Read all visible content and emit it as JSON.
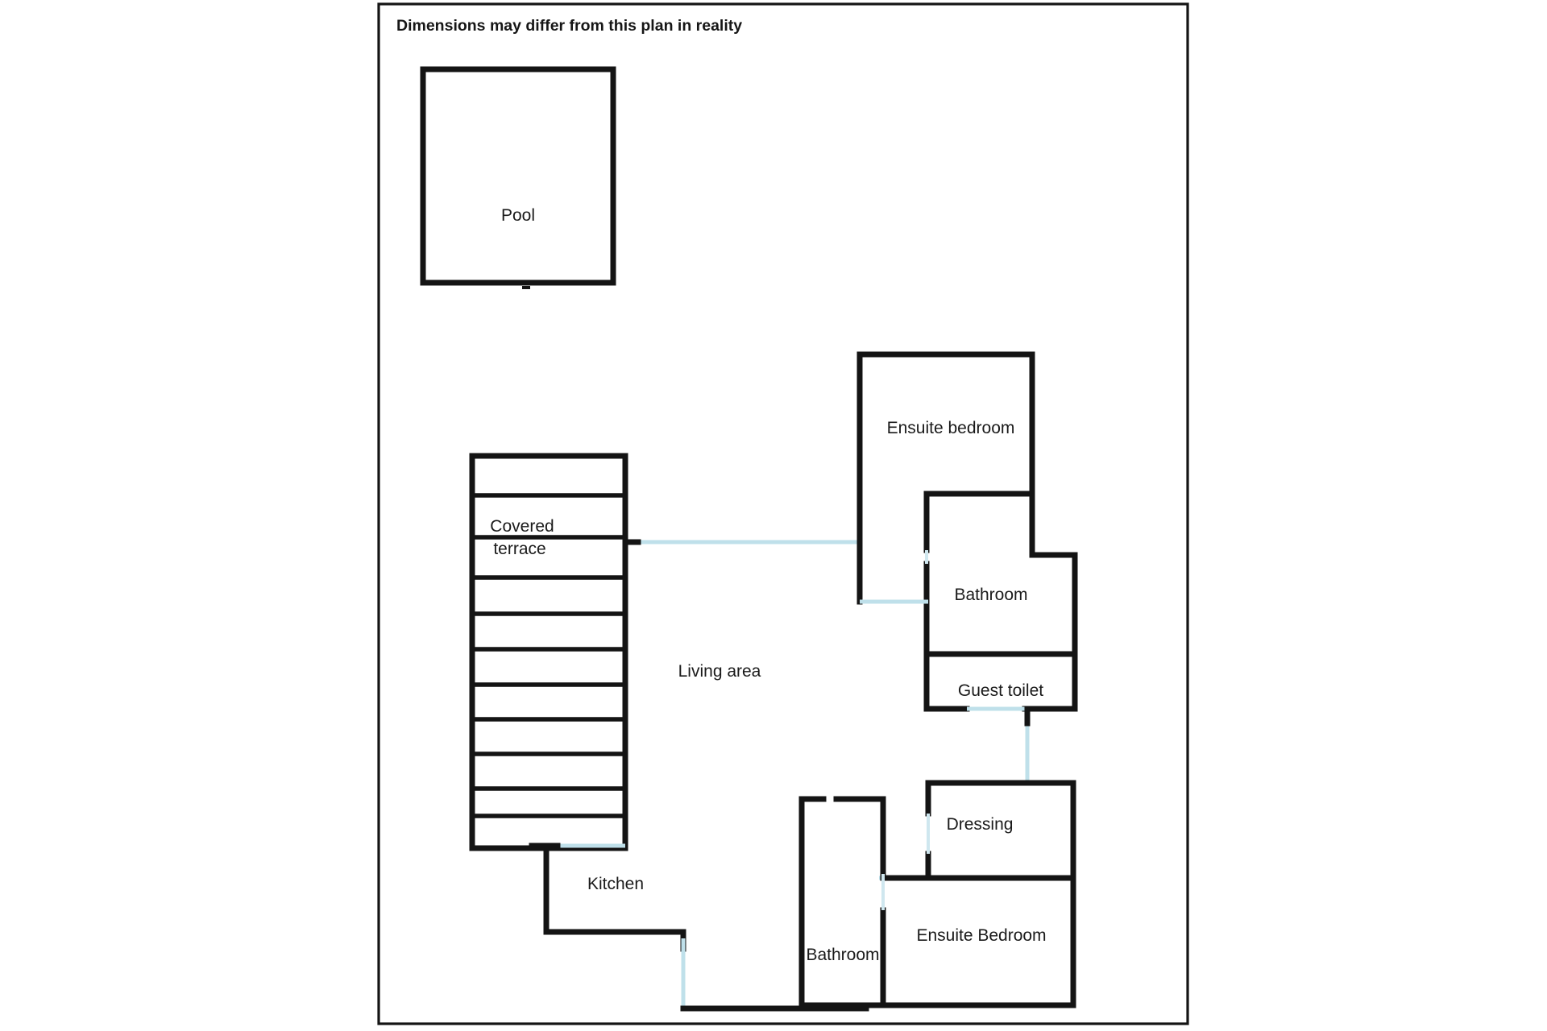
{
  "page": {
    "note": "Dimensions may differ from this plan in reality",
    "background_color": "#ffffff",
    "frame_color": "#141414",
    "wall_color": "#141414",
    "door_color": "#bfe0ea"
  },
  "rooms": {
    "pool": {
      "label": "Pool"
    },
    "covered_terrace": {
      "label_line1": "Covered",
      "label_line2": "terrace"
    },
    "living_area": {
      "label": "Living area"
    },
    "kitchen": {
      "label": "Kitchen"
    },
    "ensuite_bedroom_top": {
      "label": "Ensuite bedroom"
    },
    "bathroom_top": {
      "label": "Bathroom"
    },
    "guest_toilet": {
      "label": "Guest toilet"
    },
    "dressing": {
      "label": "Dressing"
    },
    "ensuite_bedroom_bottom": {
      "label": "Ensuite Bedroom"
    },
    "bathroom_bottom": {
      "label": "Bathroom"
    }
  }
}
